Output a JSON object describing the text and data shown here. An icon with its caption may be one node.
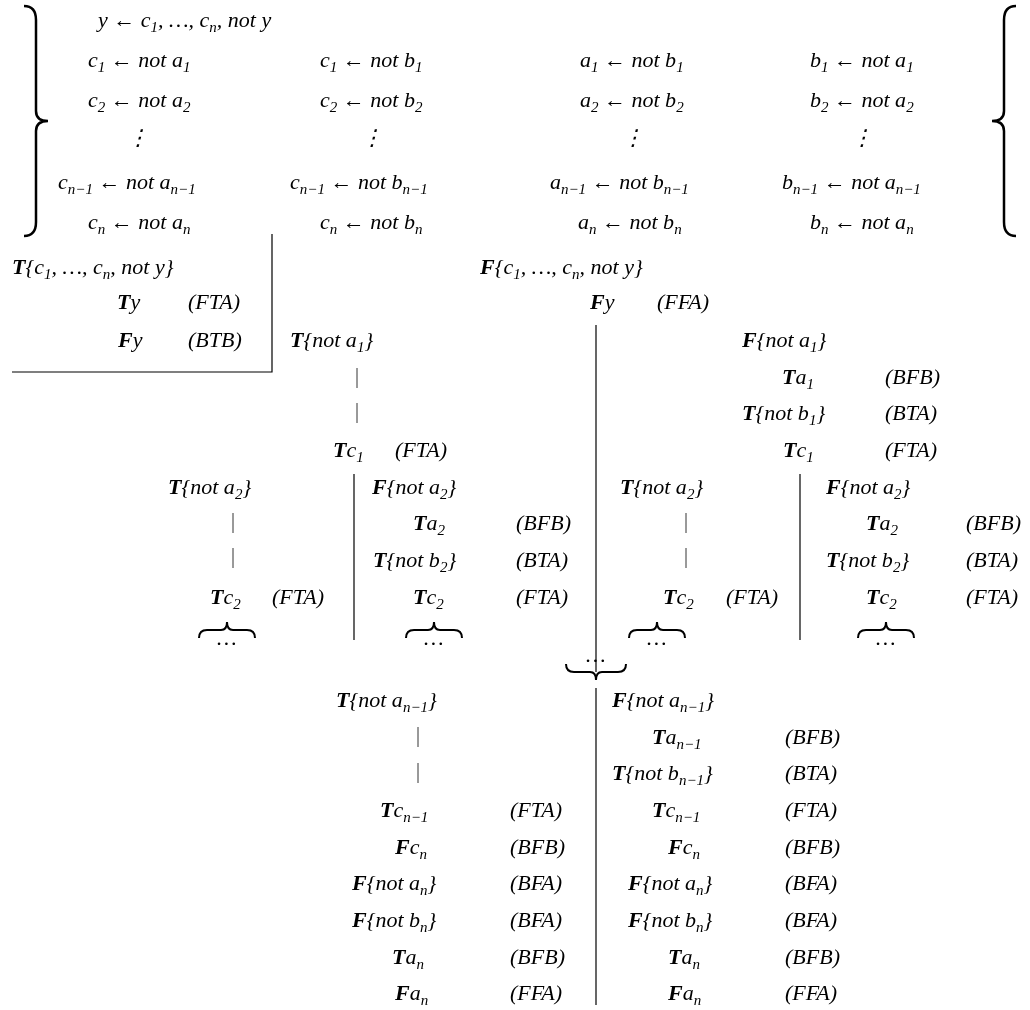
{
  "diagram": {
    "labels": [
      "y ← c$_{1}$, …, c$_{n}$, not y",
      "c$_{1}$ ← not a$_{1}$",
      "c$_{1}$ ← not b$_{1}$",
      "a$_{1}$ ← not b$_{1}$",
      "b$_{1}$ ← not a$_{1}$",
      "c$_{2}$ ← not a$_{2}$",
      "c$_{2}$ ← not b$_{2}$",
      "a$_{2}$ ← not b$_{2}$",
      "b$_{2}$ ← not a$_{2}$",
      "⋮",
      "⋮",
      "⋮",
      "⋮",
      "c$_{n−1}$ ← not a$_{n−1}$",
      "c$_{n−1}$ ← not b$_{n−1}$",
      "a$_{n−1}$ ← not b$_{n−1}$",
      "b$_{n−1}$ ← not a$_{n−1}$",
      "c$_{n}$ ← not a$_{n}$",
      "c$_{n}$ ← not b$_{n}$",
      "a$_{n}$ ← not b$_{n}$",
      "b$_{n}$ ← not a$_{n}$",
      "**T**{c$_{1}$, …, c$_{n}$, not y}",
      "**F**{c$_{1}$, …, c$_{n}$, not y}",
      "**T**y",
      "(FTA)",
      "**F**y",
      "(FFA)",
      "**F**y",
      "(BTB)",
      "**T**{not a$_{1}$}",
      "**F**{not a$_{1}$}",
      "**T**a$_{1}$",
      "(BFB)",
      "**T**{not b$_{1}$}",
      "(BTA)",
      "**T**c$_{1}$",
      "(FTA)",
      "**T**c$_{1}$",
      "(FTA)",
      "**T**{not a$_{2}$}",
      "**F**{not a$_{2}$}",
      "**T**{not a$_{2}$}",
      "**F**{not a$_{2}$}",
      "**T**a$_{2}$",
      "(BFB)",
      "**T**a$_{2}$",
      "(BFB)",
      "**T**{not b$_{2}$}",
      "(BTA)",
      "**T**{not b$_{2}$}",
      "(BTA)",
      "**T**c$_{2}$",
      "(FTA)",
      "**T**c$_{2}$",
      "(FTA)",
      "**T**c$_{2}$",
      "(FTA)",
      "**T**c$_{2}$",
      "(FTA)",
      "…",
      "…",
      "…",
      "…",
      "…",
      "**T**{not a$_{n−1}$}",
      "**F**{not a$_{n−1}$}",
      "**T**a$_{n−1}$",
      "(BFB)",
      "**T**{not b$_{n−1}$}",
      "(BTA)",
      "**T**c$_{n−1}$",
      "(FTA)",
      "**T**c$_{n−1}$",
      "(FTA)",
      "**F**c$_{n}$",
      "(BFB)",
      "**F**c$_{n}$",
      "(BFB)",
      "**F**{not a$_{n}$}",
      "(BFA)",
      "**F**{not a$_{n}$}",
      "(BFA)",
      "**F**{not b$_{n}$}",
      "(BFA)",
      "**F**{not b$_{n}$}",
      "(BFA)",
      "**T**a$_{n}$",
      "(BFB)",
      "**T**a$_{n}$",
      "(BFB)",
      "**F**a$_{n}$",
      "(FFA)",
      "**F**a$_{n}$",
      "(FFA)"
    ]
  }
}
